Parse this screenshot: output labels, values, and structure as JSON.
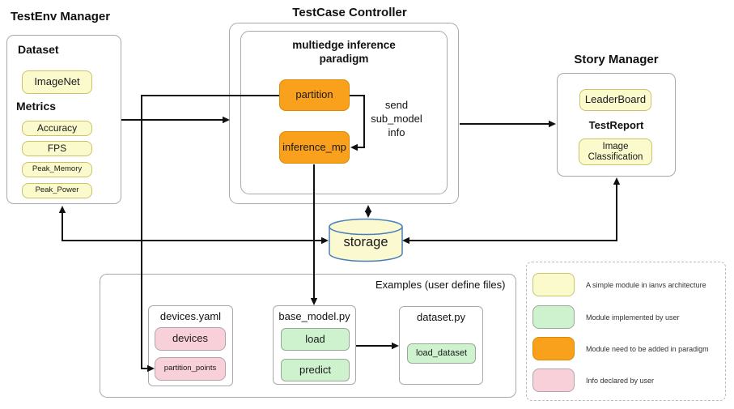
{
  "colors": {
    "module_yellow_fill": "#fbfacd",
    "module_yellow_border": "#c9c468",
    "module_green_fill": "#cdf2cd",
    "module_green_border": "#9aa89a",
    "module_orange_fill": "#f9a01c",
    "module_orange_border": "#d88b00",
    "module_pink_fill": "#f8d0da",
    "module_pink_border": "#b2a4aa",
    "storage_stroke": "#4a7ebb",
    "storage_fill": "#faf9d0",
    "arrow": "#111111",
    "container_border": "#a9a9a9"
  },
  "testenv": {
    "title": "TestEnv Manager",
    "dataset_label": "Dataset",
    "dataset_items": [
      "ImageNet"
    ],
    "metrics_label": "Metrics",
    "metrics_items": [
      "Accuracy",
      "FPS",
      "Peak_Memory",
      "Peak_Power"
    ]
  },
  "testcase": {
    "title": "TestCase Controller",
    "paradigm_title": "multiedge inference paradigm",
    "modules": [
      "partition",
      "inference_mp"
    ],
    "send_note": "send\nsub_model\ninfo"
  },
  "story": {
    "title": "Story Manager",
    "leaderboard": "LeaderBoard",
    "testreport": "TestReport",
    "report_item": "Image Classification"
  },
  "storage": {
    "label": "storage"
  },
  "examples": {
    "title": "Examples (user define files)",
    "devices_yaml": {
      "title": "devices.yaml",
      "items": [
        "devices",
        "partition_points"
      ]
    },
    "base_model": {
      "title": "base_model.py",
      "items": [
        "load",
        "predict"
      ]
    },
    "dataset_py": {
      "title": "dataset.py",
      "items": [
        "load_dataset"
      ]
    }
  },
  "legend": {
    "items": [
      {
        "color": "yellow",
        "label": "A simple module in ianvs architecture"
      },
      {
        "color": "green",
        "label": "Module implemented by user"
      },
      {
        "color": "orange",
        "label": "Module need to be added in paradigm"
      },
      {
        "color": "pink",
        "label": "Info declared by user"
      }
    ]
  }
}
